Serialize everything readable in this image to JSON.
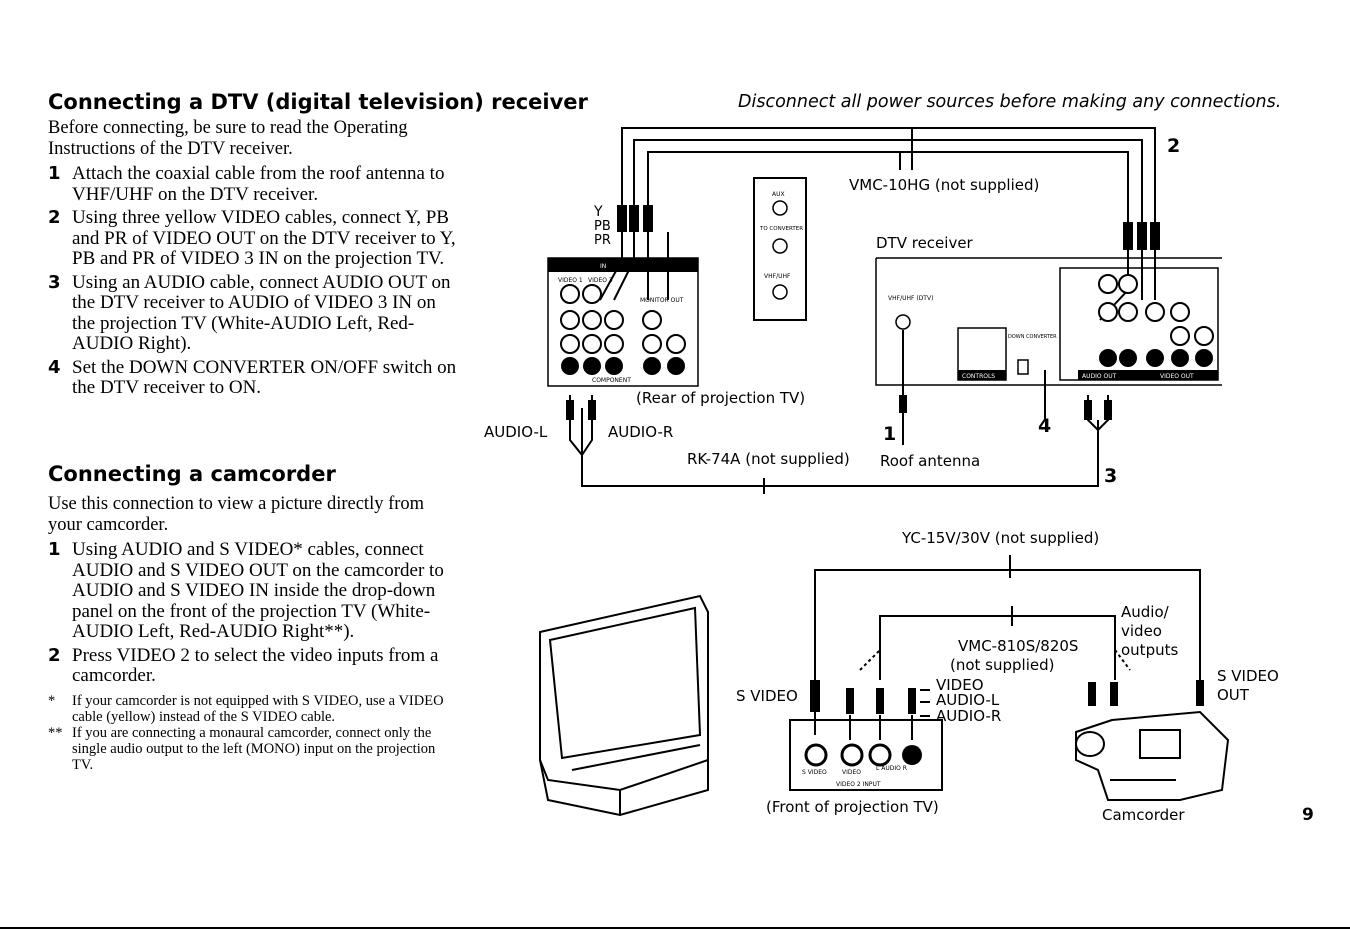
{
  "dtv_section": {
    "heading": "Connecting a DTV (digital television) receiver",
    "intro": "Before connecting, be sure to read the Operating Instructions of the DTV receiver.",
    "steps": [
      {
        "number": "1",
        "text": "Attach the coaxial cable from the roof antenna to VHF/UHF on the DTV receiver."
      },
      {
        "number": "2",
        "text": "Using three yellow VIDEO cables, connect Y, PB and PR of VIDEO OUT on the DTV receiver to Y, PB and PR of VIDEO 3 IN on the projection TV."
      },
      {
        "number": "3",
        "text": "Using an AUDIO cable, connect AUDIO OUT on the DTV receiver to AUDIO of VIDEO 3 IN on the projection TV (White-AUDIO Left, Red-AUDIO Right)."
      },
      {
        "number": "4",
        "text": "Set the DOWN CONVERTER ON/OFF switch on the DTV receiver to ON."
      }
    ]
  },
  "camcorder_section": {
    "heading": "Connecting a camcorder",
    "intro": "Use this connection to view a picture directly from your camcorder.",
    "steps": [
      {
        "number": "1",
        "text": "Using AUDIO and S VIDEO* cables, connect AUDIO and S VIDEO OUT on the camcorder to AUDIO and S VIDEO IN inside the drop-down panel on the front of the projection TV (White-AUDIO Left, Red-AUDIO Right**)."
      },
      {
        "number": "2",
        "text": "Press VIDEO 2 to select the video inputs from a camcorder."
      }
    ],
    "notes": [
      {
        "mark": "*",
        "text": "If your camcorder is not equipped with S VIDEO, use a VIDEO cable (yellow) instead of the S VIDEO cable."
      },
      {
        "mark": "**",
        "text": "If you are connecting a monaural camcorder, connect only the single audio output to the left (MONO) input on the projection TV."
      }
    ]
  },
  "notice": "Disconnect all power sources before making any connections.",
  "diagram_top": {
    "vmc10hg": "VMC-10HG (not supplied)",
    "dtv_receiver": "DTV receiver",
    "rear_tv": "(Rear of projection TV)",
    "rk74a": "RK-74A (not supplied)",
    "roof_antenna": "Roof antenna",
    "audio_l": "AUDIO-L",
    "audio_r": "AUDIO-R",
    "y": "Y",
    "pb": "PB",
    "pr": "PR",
    "callout_1": "1",
    "callout_2": "2",
    "callout_3": "3",
    "callout_4": "4",
    "panel_aux": "AUX",
    "panel_to_converter": "TO CONVERTER",
    "panel_vhf_uhf": "VHF/UHF",
    "panel_in": "IN",
    "panel_video1": "VIDEO 1",
    "panel_video3": "VIDEO 3",
    "panel_monitor_out": "MONITOR OUT",
    "panel_component": "COMPONENT",
    "recv_vhf_uhf": "VHF/UHF (DTV)",
    "recv_controls": "CONTROLS",
    "recv_video_out": "VIDEO OUT",
    "recv_audio_out": "AUDIO OUT",
    "recv_down_converter": "DOWN CONVERTER"
  },
  "diagram_bottom": {
    "yc15v": "YC-15V/30V (not supplied)",
    "vmc810s_1": "VMC-810S/820S",
    "vmc810s_2": "(not supplied)",
    "audio_video_outputs_1": "Audio/",
    "audio_video_outputs_2": "video",
    "audio_video_outputs_3": "outputs",
    "s_video_out_1": "S VIDEO",
    "s_video_out_2": "OUT",
    "s_video": "S VIDEO",
    "video": "VIDEO",
    "audio_l": "AUDIO-L",
    "audio_r": "AUDIO-R",
    "front_tv": "(Front of projection TV)",
    "camcorder": "Camcorder",
    "front_panel_s_video": "S VIDEO",
    "front_panel_video": "VIDEO",
    "front_panel_audio": "L AUDIO R",
    "front_panel_input": "VIDEO 2 INPUT"
  },
  "page_number": "9"
}
